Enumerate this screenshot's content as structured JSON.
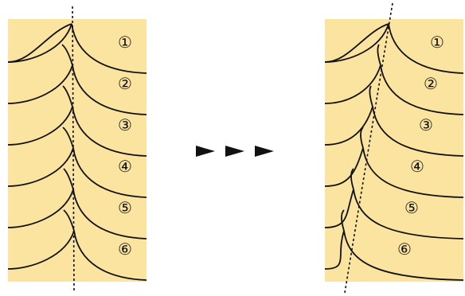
{
  "colors": {
    "panel": "#fbe3a0",
    "ink": "#111111",
    "background": "#ffffff"
  },
  "arrow_icon": "right-triangle-arrow",
  "arrow_count": 3,
  "left_panel": {
    "labels": [
      "①",
      "②",
      "③",
      "④",
      "⑤",
      "⑥"
    ]
  },
  "right_panel": {
    "labels": [
      "①",
      "②",
      "③",
      "④",
      "⑤",
      "⑥"
    ]
  }
}
